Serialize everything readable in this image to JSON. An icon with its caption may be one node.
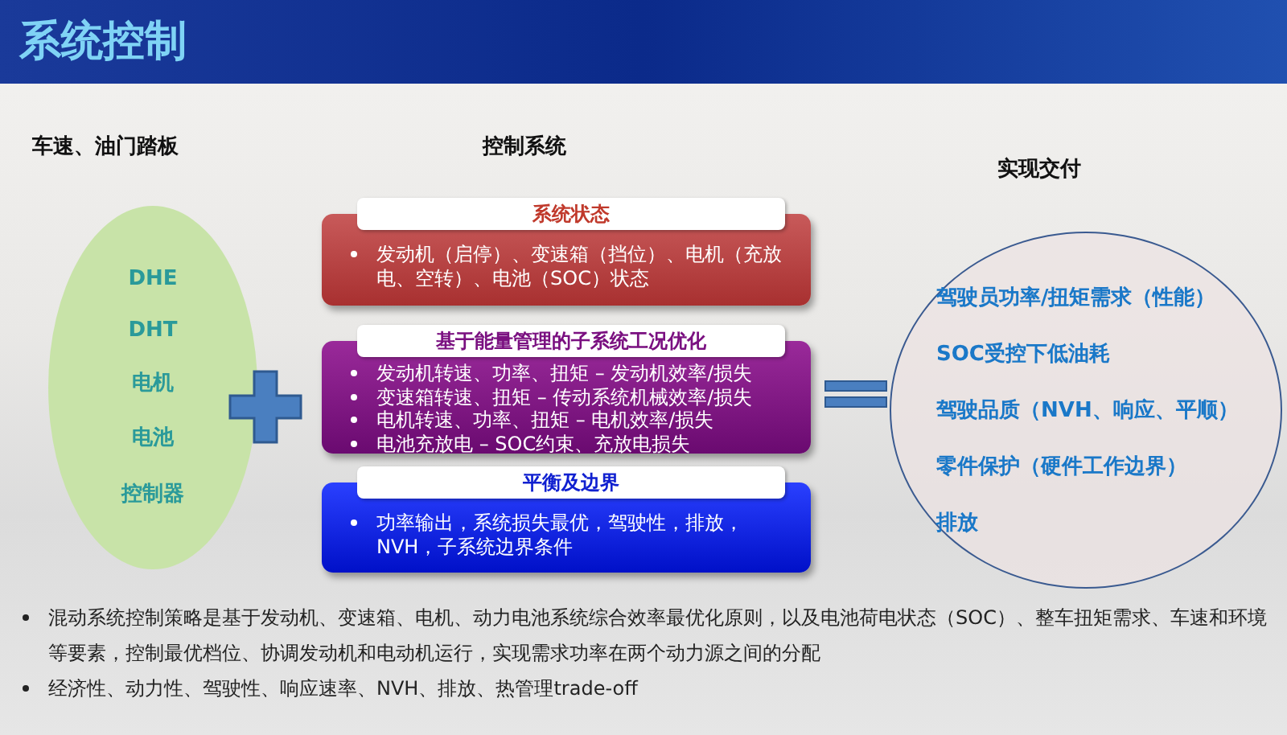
{
  "diagram": {
    "title": "系统控制",
    "nodes": [
      {
        "text": [
          "DHE",
          "DHT",
          "电机",
          "电池",
          "控制器"
        ]
      },
      {
        "text": [
          "系统状态",
          "发动机（启停）、变速箱（挡位）、电机（充放电、空转）、电池（SOC）状态"
        ]
      },
      {
        "text": [
          "基于能量管理的子系统工况优化",
          "发动机转速、功率、扭矩 – 发动机效率/损失",
          "变速箱转速、扭矩 – 传动系统机械效率/损失",
          "电机转速、功率、扭矩 – 电机效率/损失",
          "电池充放电 – SOC约束、充放电损失"
        ]
      },
      {
        "text": [
          "平衡及边界",
          "功率输出，系统损失最优，驾驶性，排放，NVH，子系统边界条件"
        ]
      },
      {
        "text": [
          "驾驶员功率/扭矩需求（性能）",
          "SOC受控下低油耗",
          "驾驶品质（NVH、响应、平顺）",
          "零件保护（硬件工作边界）",
          "排放"
        ]
      }
    ],
    "labels": [
      "车速、油门踏板",
      "控制系统",
      "实现交付",
      "混动系统控制策略是基于发动机、变速箱、电机、动力电池系统综合效率最优化原则，以及电池荷电状态（SOC）、整车扭矩需求、车速和环境等要素，控制最优档位、协调发动机和电动机运行，实现需求功率在两个动力源之间的分配",
      "经济性、动力性、驾驶性、响应速率、NVH、排放、热管理trade-off"
    ]
  }
}
